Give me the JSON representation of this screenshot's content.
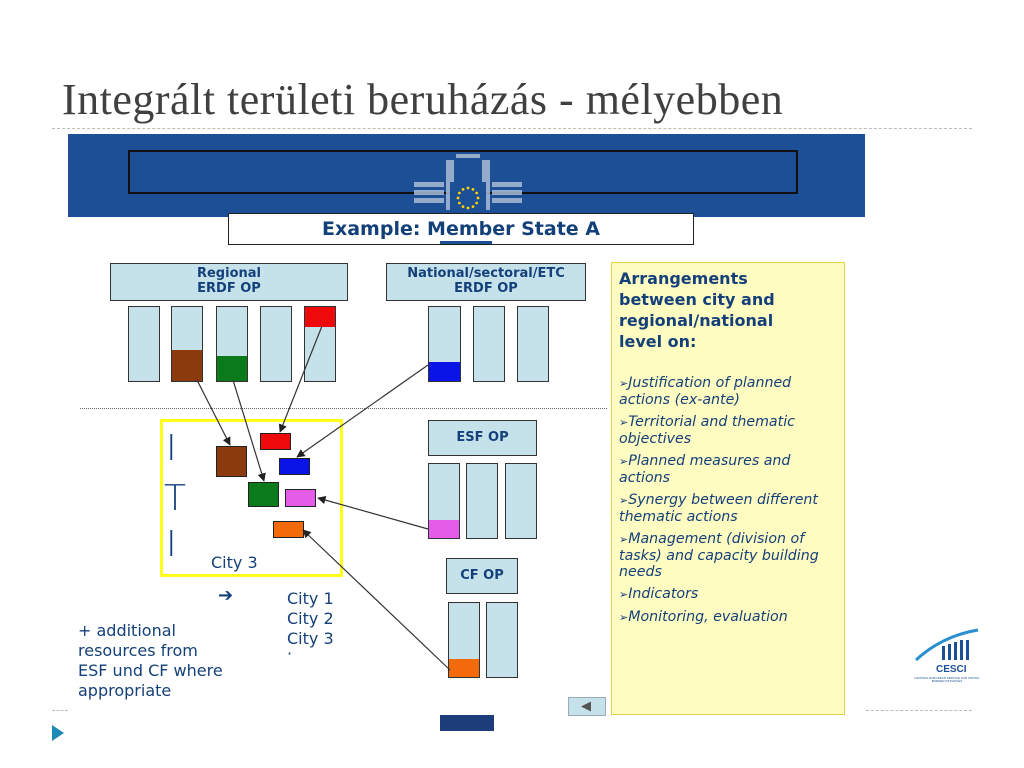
{
  "slide_title": "Integrált területi beruházás - mélyebben",
  "example_title": "Example: Member State A",
  "ops": {
    "regional": {
      "line1": "Regional",
      "line2": "ERDF OP"
    },
    "national": {
      "line1": "National/sectoral/ETC",
      "line2": "ERDF OP"
    },
    "esf": "ESF OP",
    "cf": "CF OP"
  },
  "iti_letters": [
    "I",
    "T",
    "I"
  ],
  "city_label": "City 3",
  "arrow_glyph": "➔",
  "city_list": [
    "City 1",
    "City 2",
    "City 3"
  ],
  "city_list_trailer": "·",
  "additional_note": [
    "+ additional",
    "resources from",
    "ESF und CF where",
    "appropriate"
  ],
  "sidebar": {
    "heading": [
      "Arrangements",
      "between city and",
      "regional/national",
      "level on:"
    ],
    "bullet_glyph": "➢",
    "items": [
      "Justification of planned actions (ex-ante)",
      "Territorial and thematic objectives",
      "Planned measures and actions",
      "Synergy between different thematic actions",
      "Management (division of tasks) and capacity building needs",
      "Indicators",
      "Monitoring, evaluation"
    ]
  },
  "logo": {
    "text": "CESCI",
    "tagline": "CENTRAL EUROPEAN SERVICE FOR CROSS-BORDER INITIATIVES"
  },
  "colors": {
    "banner": "#1c4f95",
    "column_fill": "#c5e2ea",
    "text_blue": "#14407a",
    "brown": "#8b3a0e",
    "green": "#0a7a1a",
    "red": "#ee0a0a",
    "blue": "#0a14e6",
    "magenta": "#e45ce8",
    "orange": "#f26a0a",
    "iti_frame": "#ffff1a",
    "sidebar_bg": "#fffcc2"
  }
}
